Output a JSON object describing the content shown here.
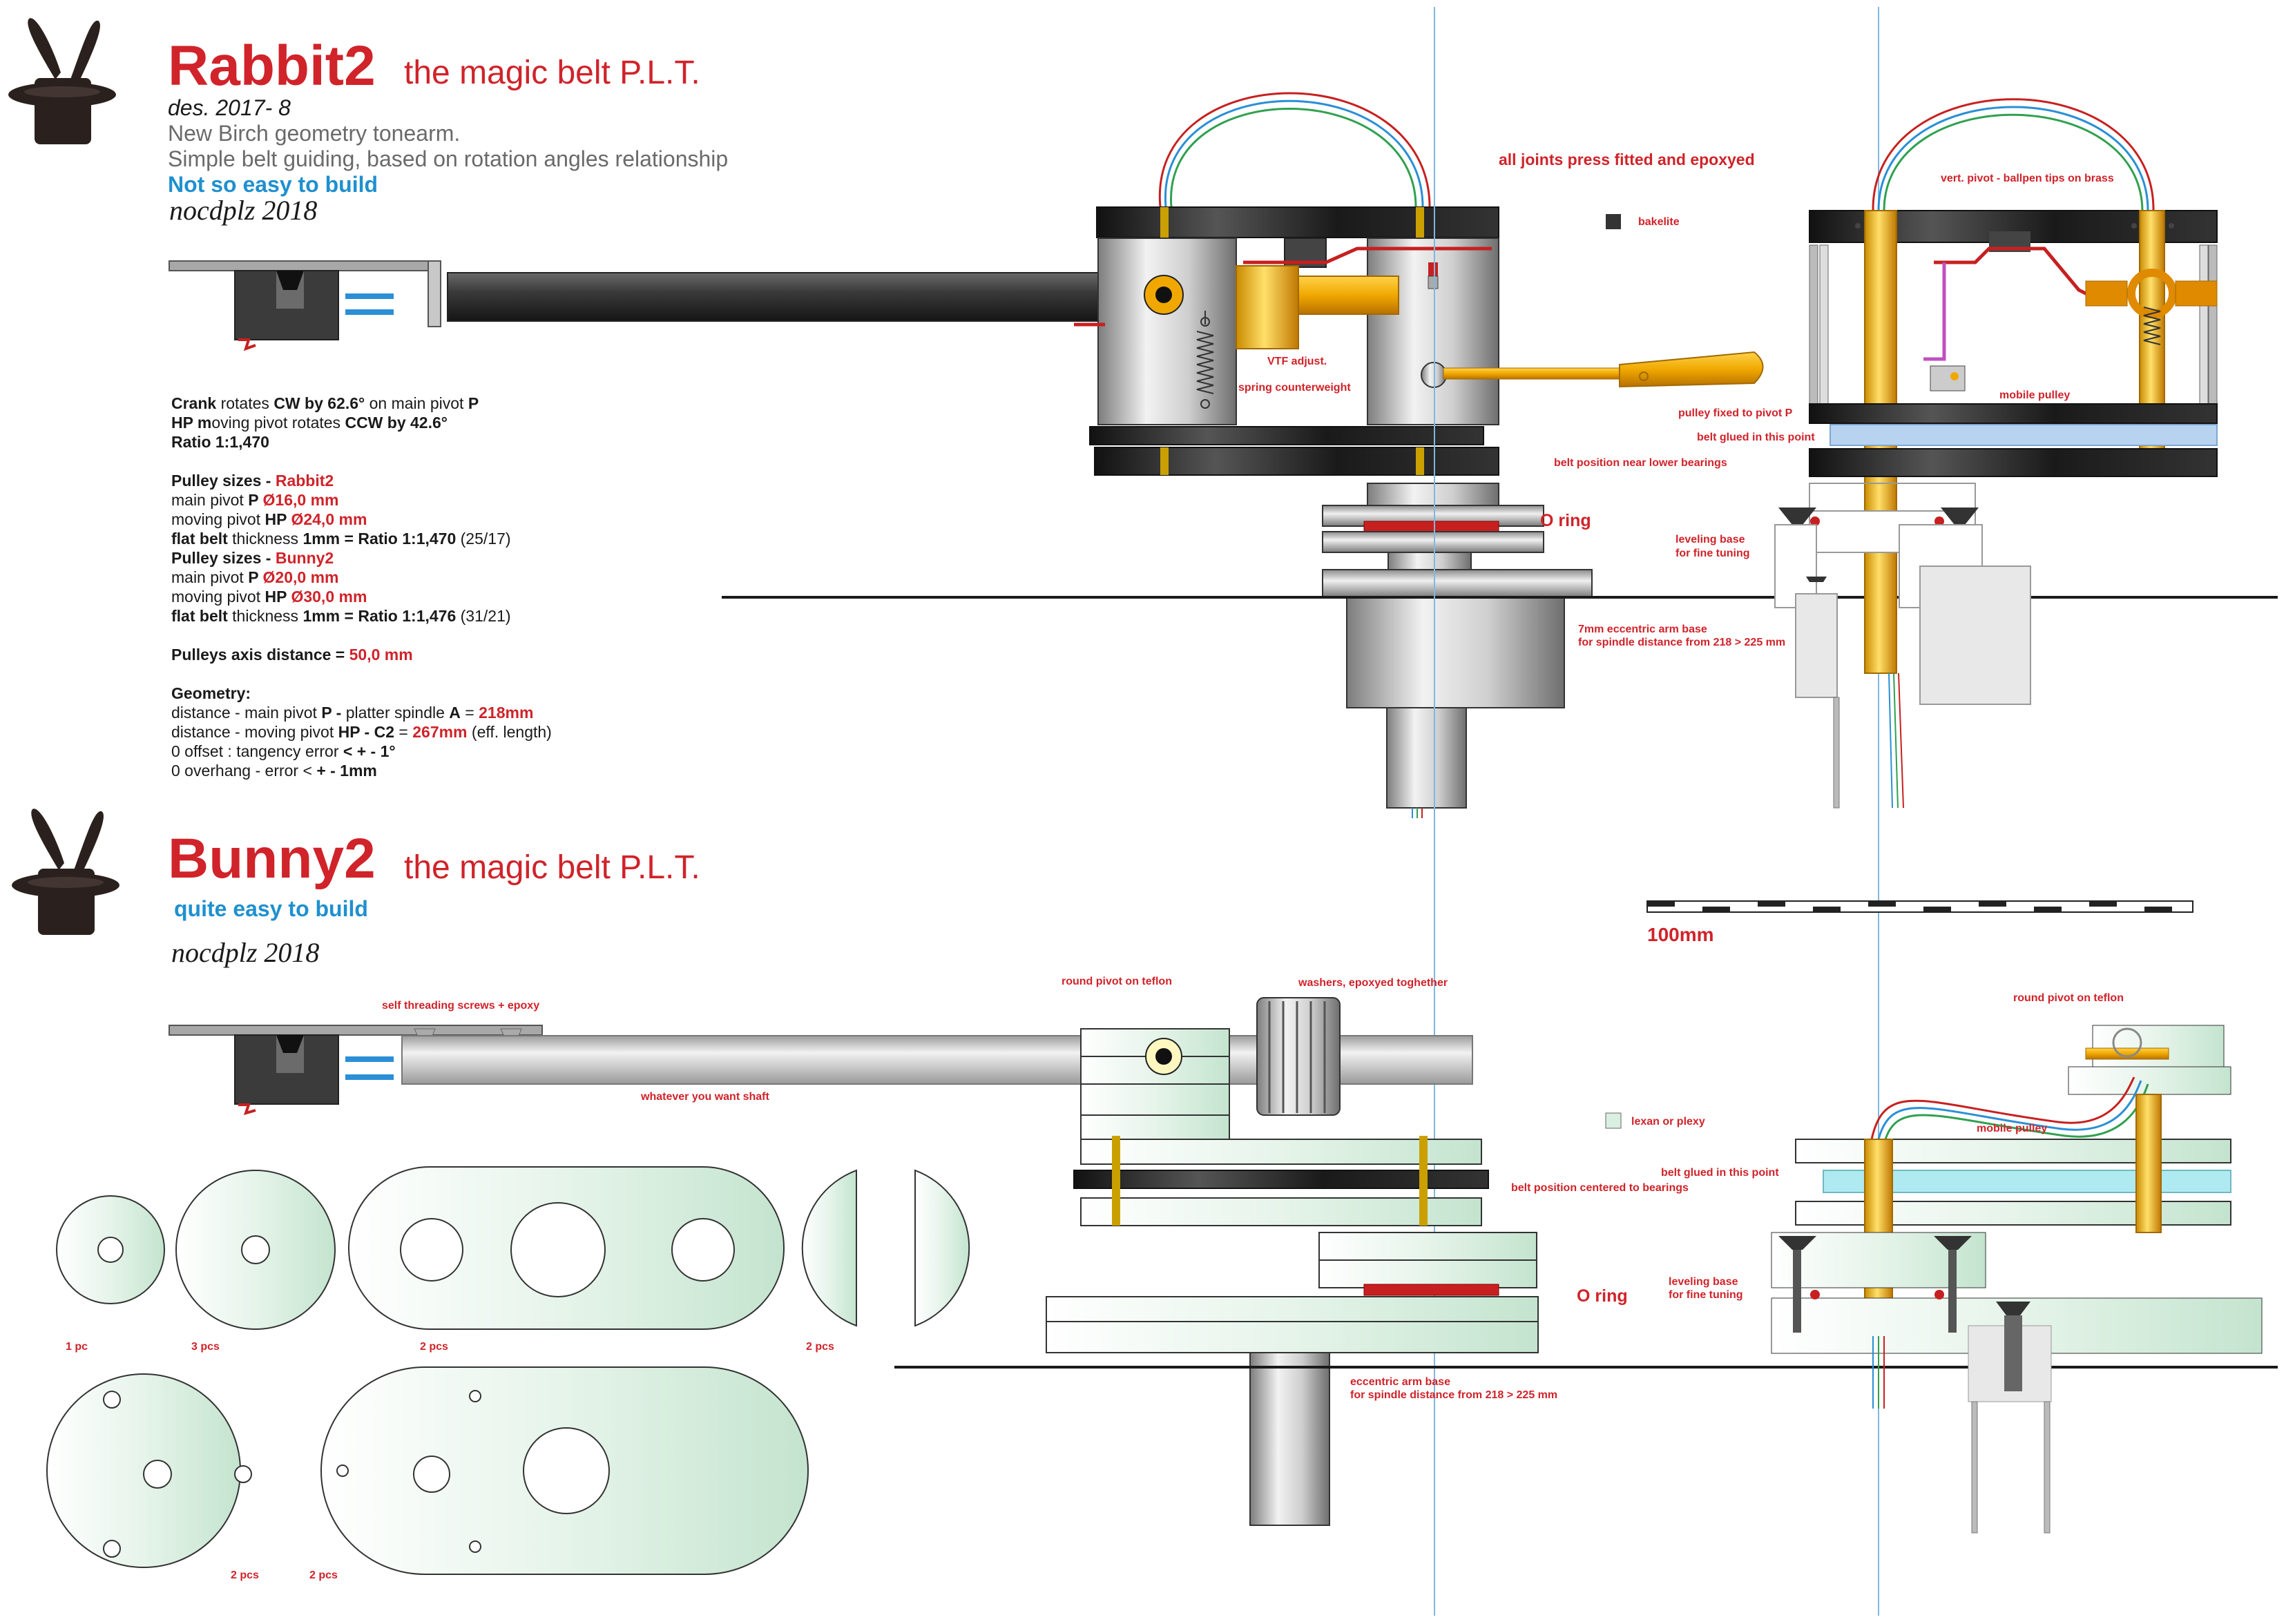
{
  "rabbit": {
    "title": "Rabbit2",
    "subtitle": "the magic belt P.L.T.",
    "des": "des. 2017- 8",
    "desc1": "New Birch geometry tonearm.",
    "desc2": "Simple belt guiding, based on rotation angles relationship",
    "difficulty": "Not so easy to build",
    "signature": "nocdplz 2018",
    "specs": {
      "crank_a": "Crank",
      "crank_b": " rotates ",
      "crank_c": "CW by 62.6°",
      "crank_d": "  on main pivot ",
      "crank_e": "P",
      "hp_a": "HP m",
      "hp_b": "oving pivot  rotates  ",
      "hp_c": "CCW by 42.6°",
      "ratio": "Ratio 1:1,470",
      "pulley_a": "Pulley sizes - ",
      "pulley_b": "Rabbit2",
      "r_main_a": "main pivot ",
      "r_main_b": "P ",
      "r_main_c": "Ø16,0 mm",
      "r_mov_a": "moving pivot ",
      "r_mov_b": "HP ",
      "r_mov_c": "Ø24,0 mm",
      "r_belt_a": "flat belt",
      "r_belt_b": " thickness ",
      "r_belt_c": "1mm",
      "r_belt_d": "  = Ratio 1:1,470",
      "r_belt_e": " (25/17)",
      "pulley2_a": "Pulley sizes - ",
      "pulley2_b": "Bunny2",
      "b_main_a": "main pivot ",
      "b_main_b": "P ",
      "b_main_c": "Ø20,0 mm",
      "b_mov_a": "moving pivot ",
      "b_mov_b": "HP ",
      "b_mov_c": "Ø30,0 mm",
      "b_belt_a": "flat belt",
      "b_belt_b": " thickness ",
      "b_belt_c": "1mm",
      "b_belt_d": "  = Ratio 1:1,476",
      "b_belt_e": " (31/21)",
      "axis_a": "Pulleys axis distance = ",
      "axis_b": "50,0 mm",
      "geo": "Geometry:",
      "g1_a": "distance  -  main pivot ",
      "g1_b": "P - ",
      "g1_c": "platter spindle ",
      "g1_d": "A",
      "g1_e": " = ",
      "g1_f": "218mm",
      "g2_a": "distance  -  moving pivot ",
      "g2_b": "HP - C2",
      "g2_c": "  = ",
      "g2_d": "267mm",
      "g2_e": " (eff. length)",
      "g3_a": "0 offset : ",
      "g3_b": " tangency  error ",
      "g3_c": "< + - 1°",
      "g4_a": "0 overhang - error  <  ",
      "g4_b": "+ - 1mm"
    },
    "labels": {
      "joints": "all joints press fitted and epoxyed",
      "bakelite": "bakelite",
      "vtf": "VTF adjust.",
      "spring": "spring counterweight",
      "vert_pivot": "vert. pivot - ballpen tips  on brass",
      "pulley_fixed": "pulley fixed to pivot P",
      "belt_glued": "belt glued in this point",
      "mobile_pulley": "mobile pulley",
      "belt_position": "belt position near lower  bearings",
      "o_ring": "O ring",
      "leveling1": "leveling base",
      "leveling2": "for fine tuning",
      "eccentric1": "7mm eccentric arm base",
      "eccentric2": "for spindle distance from 218 > 225 mm"
    }
  },
  "bunny": {
    "title": "Bunny2",
    "subtitle": "the magic belt P.L.T.",
    "difficulty": "quite easy to build",
    "signature": "nocdplz 2018",
    "labels": {
      "screws": "self threading screws + epoxy",
      "shaft": "whatever you want shaft",
      "round_pivot": "round pivot on teflon",
      "washers": "washers, epoxyed toghether",
      "lexan": "lexan or plexy",
      "round_pivot2": "round pivot on teflon",
      "mobile_pulley": "mobile pulley",
      "belt_glued": "belt glued in this point",
      "belt_centered": "belt position centered to  bearings",
      "o_ring": "O ring",
      "leveling1": "leveling base",
      "leveling2": "for fine tuning",
      "eccentric1": "eccentric arm base",
      "eccentric2": "for spindle distance from 218 > 225 mm",
      "pc1": "1 pc",
      "pcs3": "3 pcs",
      "pcs2a": "2 pcs",
      "pcs2b": "2 pcs",
      "pcs2c": "2 pcs",
      "pcs2d": "2 pcs"
    },
    "scale": "100mm"
  },
  "colors": {
    "accent_red": "#d0232a",
    "accent_blue": "#1f90cf",
    "brass": "#f2b200",
    "plexy": "#d9efe1",
    "bearing": "#333333"
  },
  "icons": [
    "magic-hat-bunny-icon"
  ]
}
